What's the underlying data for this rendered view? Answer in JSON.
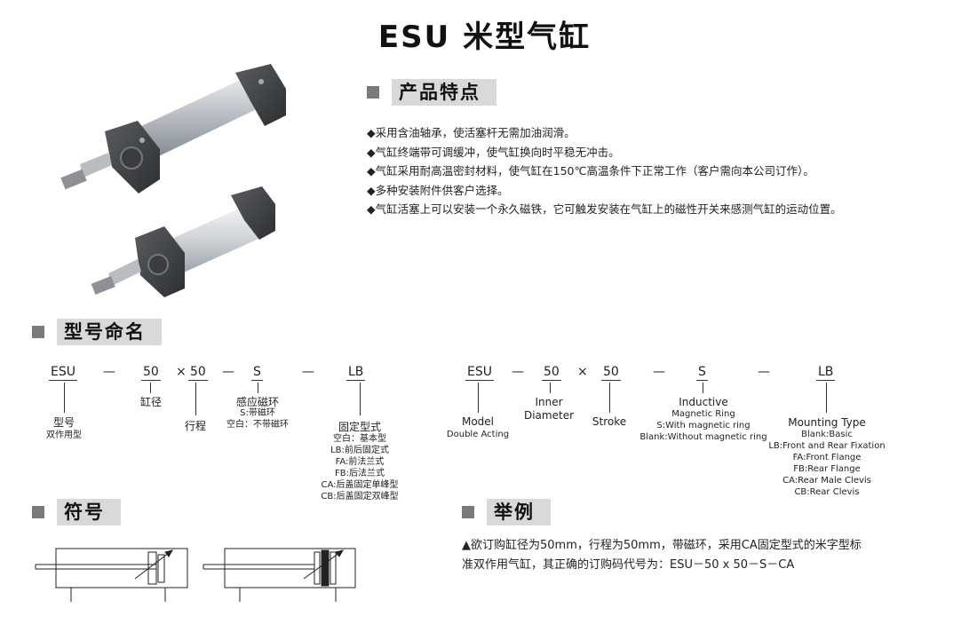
{
  "title": "ESU 米型气缸",
  "features": {
    "heading": "产品特点",
    "items": [
      "◆采用含油轴承，使活塞杆无需加油润滑。",
      "◆气缸终端带可调缓冲，使气缸换向时平稳无冲击。",
      "◆气缸采用耐高温密封材料，使气缸在150℃高温条件下正常工作（客户需向本公司订作）。",
      "◆多种安装附件供客户选择。",
      "◆气缸活塞上可以安装一个永久磁铁，它可触发安装在气缸上的磁性开关来感测气缸的运动位置。"
    ]
  },
  "model_naming": {
    "heading": "型号命名",
    "cn": {
      "code": {
        "model": "ESU",
        "dash": "—",
        "diameter": "50",
        "times": "×",
        "stroke": "50",
        "inductive": "S",
        "mounting": "LB"
      },
      "model_label": "型号",
      "model_sub": "双作用型",
      "diameter_label": "缸径",
      "stroke_label": "行程",
      "inductive_label": "感应磁环",
      "inductive_options": [
        "S:带磁环",
        "空白：不带磁环"
      ],
      "mounting_label": "固定型式",
      "mounting_options": [
        "空白：基本型",
        "LB:前后固定式",
        "FA:前法兰式",
        "FB:后法兰式",
        "CA:后盖固定单峰型",
        "CB:后盖固定双峰型"
      ]
    },
    "en": {
      "code": {
        "model": "ESU",
        "dash": "—",
        "diameter": "50",
        "times": "×",
        "stroke": "50",
        "inductive": "S",
        "mounting": "LB"
      },
      "model_label": "Model",
      "model_sub": "Double Acting",
      "diameter_label": [
        "Inner",
        "Diameter"
      ],
      "stroke_label": "Stroke",
      "inductive_label": "Inductive",
      "inductive_options": [
        "Magnetic Ring",
        "S:With magnetic ring",
        "Blank:Without magnetic ring"
      ],
      "mounting_label": "Mounting Type",
      "mounting_options": [
        "Blank:Basic",
        "LB:Front and Rear Fixation",
        "FA:Front Flange",
        "FB:Rear Flange",
        "CA:Rear Male Clevis",
        "CB:Rear Clevis"
      ]
    }
  },
  "symbol": {
    "heading": "符号"
  },
  "example": {
    "heading": "举例",
    "lines": [
      "▲欲订购缸径为50mm，行程为50mm，带磁环，采用CA固定型式的米字型标",
      "准双作用气缸，其正确的订购码代号为：ESU－50 x 50－S－CA"
    ]
  },
  "colors": {
    "section_square": "#7a7a7a",
    "section_label_bg": "#d9d9d9",
    "text": "#222222"
  }
}
